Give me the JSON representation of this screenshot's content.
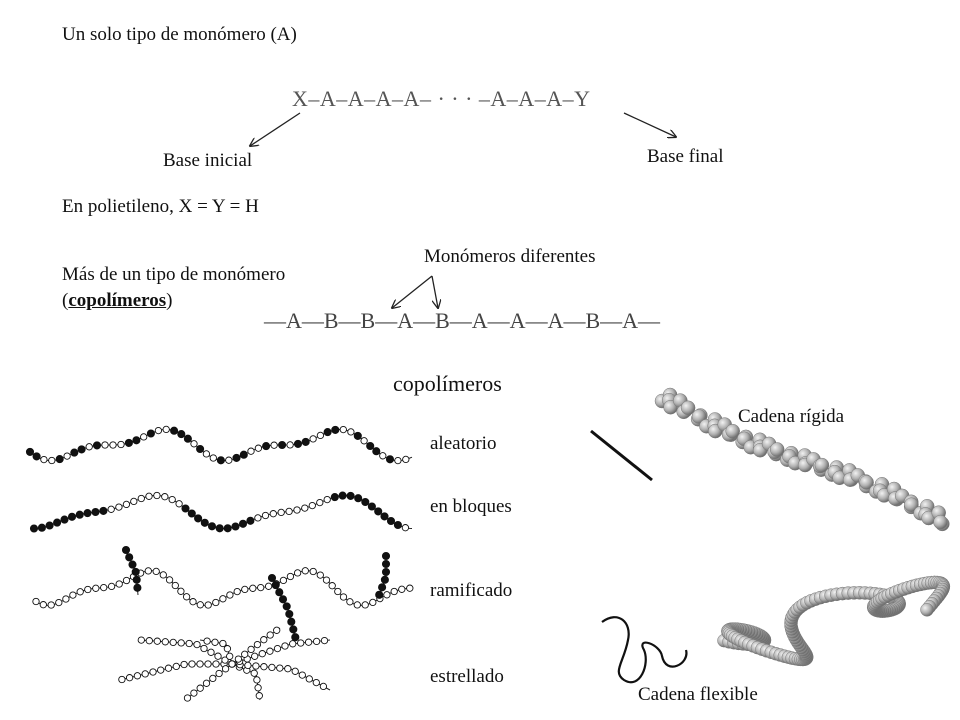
{
  "section1": {
    "heading": "Un solo tipo de monómero (A)",
    "chain": "X–A–A–A–A– · · · –A–A–A–Y",
    "label_start": "Base inicial",
    "label_end": "Base final",
    "note": "En polietileno, X = Y = H"
  },
  "section2": {
    "heading_line1": "Más de un tipo de monómero",
    "heading_paren_open": "(",
    "heading_term": "copolímeros",
    "heading_paren_close": ")",
    "callout": "Monómeros diferentes",
    "chain": "—A—B—B—A—B—A—A—A—B—A—"
  },
  "copolymers": {
    "title": "copolímeros",
    "types": [
      "aleatorio",
      "en bloques",
      "ramificado",
      "estrellado"
    ]
  },
  "chains": {
    "rigid_label": "Cadena rígida",
    "flexible_label": "Cadena flexible"
  },
  "colors": {
    "text": "#111111",
    "chain_text": "#555555",
    "bead_dark": "#111111",
    "bead_light": "#ffffff",
    "sphere": "#b8b8b8"
  }
}
